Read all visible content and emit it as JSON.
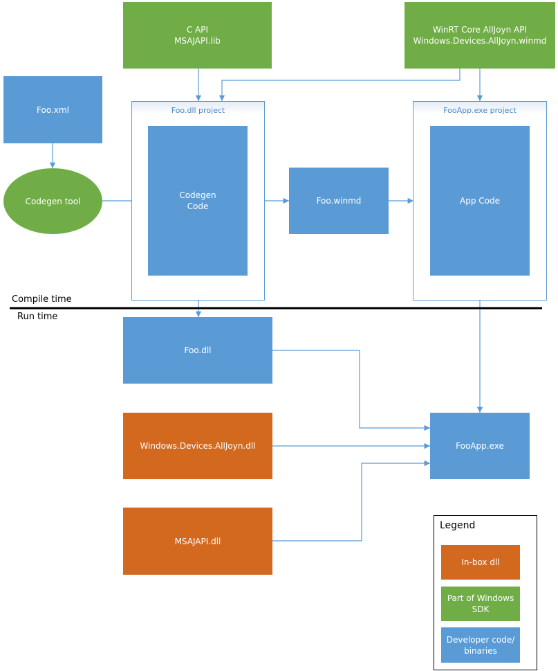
{
  "top": {
    "c_api": "C API\nMSAJAPI.lib",
    "winrt_api": "WinRT Core AllJoyn API\nWindows.Devices.AllJoyn.winmd"
  },
  "left": {
    "foo_xml": "Foo.xml",
    "codegen_tool": "Codegen tool"
  },
  "projects": {
    "foo_dll_title": "Foo.dll project",
    "codegen_code": "Codegen\nCode",
    "foo_winmd": "Foo.winmd",
    "fooapp_title": "FooApp.exe project",
    "app_code": "App Code"
  },
  "divider": {
    "compile_time": "Compile time",
    "run_time": "Run time"
  },
  "runtime": {
    "foo_dll": "Foo.dll",
    "alljoyn_dll": "Windows.Devices.AllJoyn.dll",
    "msajapi_dll": "MSAJAPI.dll",
    "fooapp_exe": "FooApp.exe"
  },
  "legend": {
    "title": "Legend",
    "inbox": "In-box dll",
    "sdk": "Part of Windows\nSDK",
    "dev": "Developer code/\nbinaries"
  },
  "colors": {
    "developer": "#5b9bd5",
    "sdk": "#70ad47",
    "inbox": "#d2691e",
    "connector": "#5b9bd5"
  }
}
